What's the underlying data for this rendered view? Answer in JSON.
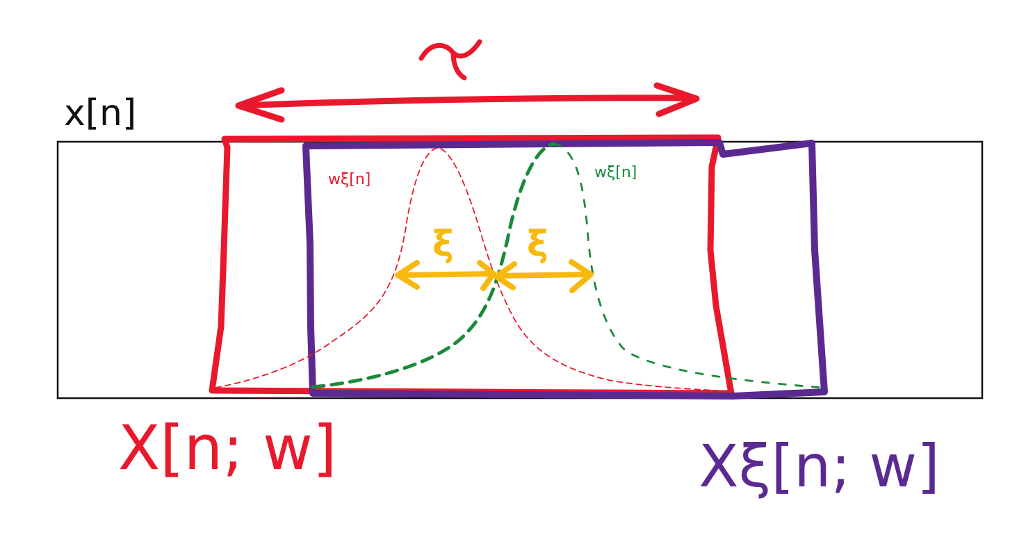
{
  "labels": {
    "signal": "x[n]",
    "tau": "τ",
    "window_left": "wξ[n]",
    "window_right": "wξ[n]",
    "xi_left": "ξ",
    "xi_right": "ξ",
    "stft": "X[n; w]",
    "stft_shifted": "Xξ[n; w]"
  },
  "colors": {
    "signal_box": "#111111",
    "red_window": "#e8192c",
    "purple_window": "#5b2a91",
    "green_window": "#1a8a3a",
    "xi_arrows": "#f7b90f"
  }
}
